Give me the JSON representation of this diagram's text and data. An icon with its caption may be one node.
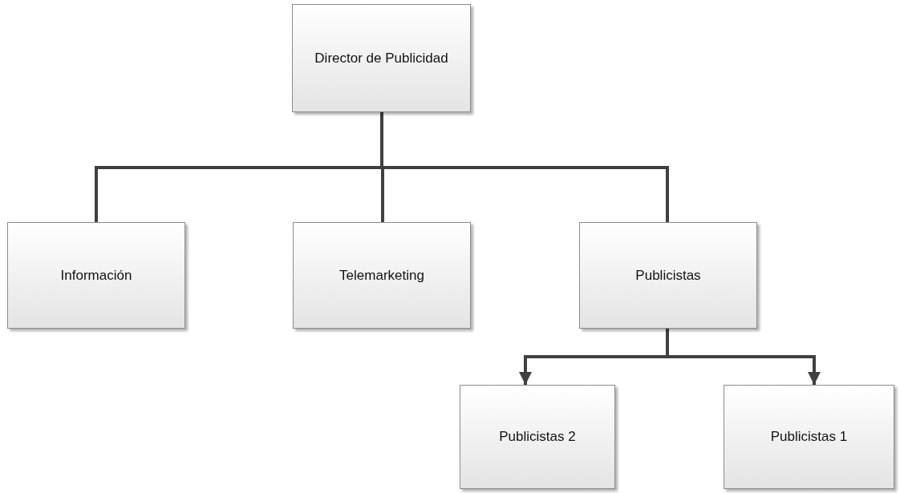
{
  "diagram": {
    "nodes": [
      {
        "text": [
          "Director de Publicidad"
        ]
      },
      {
        "text": [
          "Información"
        ]
      },
      {
        "text": [
          "Telemarketing"
        ]
      },
      {
        "text": [
          "Publicistas"
        ]
      },
      {
        "text": [
          "Publicistas 2"
        ]
      },
      {
        "text": [
          "Publicistas 1"
        ]
      }
    ],
    "edges": [
      {
        "from": 0,
        "to": 1,
        "arrow": "none"
      },
      {
        "from": 0,
        "to": 2,
        "arrow": "none"
      },
      {
        "from": 0,
        "to": 3,
        "arrow": "none"
      },
      {
        "from": 3,
        "to": 4,
        "arrow": "to"
      },
      {
        "from": 3,
        "to": 5,
        "arrow": "to"
      }
    ]
  }
}
